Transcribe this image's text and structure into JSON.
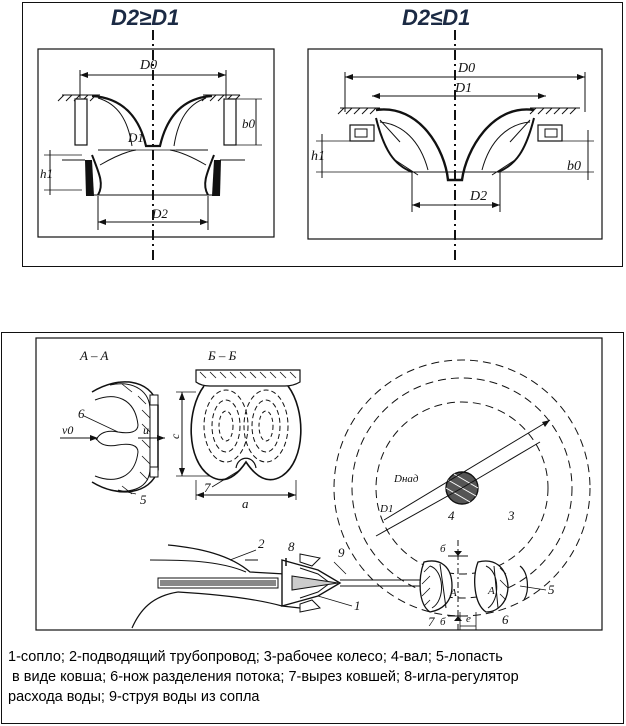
{
  "top": {
    "left_title": "D2≥D1",
    "right_title": "D2≤D1",
    "left_labels": {
      "d0": "D0",
      "d1": "D1",
      "d2": "D2",
      "b0": "b0",
      "h1": "h1"
    },
    "right_labels": {
      "d0": "D0",
      "d1": "D1",
      "d2": "D2",
      "b0": "b0",
      "h1": "h1"
    }
  },
  "bottom": {
    "section_aa": "A – A",
    "section_bb": "Б – Б",
    "labels": {
      "n1": "1",
      "n2": "2",
      "n3": "3",
      "n4": "4",
      "n5": "5",
      "n5b": "5",
      "n6": "6",
      "n6b": "6",
      "n7": "7",
      "n7b": "7",
      "n8": "8",
      "n9": "9",
      "v0": "v0",
      "u": "u",
      "c": "c",
      "a": "a",
      "dnad": "Dнад",
      "d1": "D1",
      "b": "б",
      "e": "е",
      "b2": "б",
      "a1": "A",
      "a2": "A"
    },
    "caption_lines": [
      "1-сопло; 2-подводящий трубопровод; 3-рабочее колесо; 4-вал; 5-лопасть",
      " в виде ковша; 6-нож разделения потока; 7-вырез ковшей; 8-игла-регулятор",
      "расхода воды; 9-струя воды из сопла"
    ]
  }
}
